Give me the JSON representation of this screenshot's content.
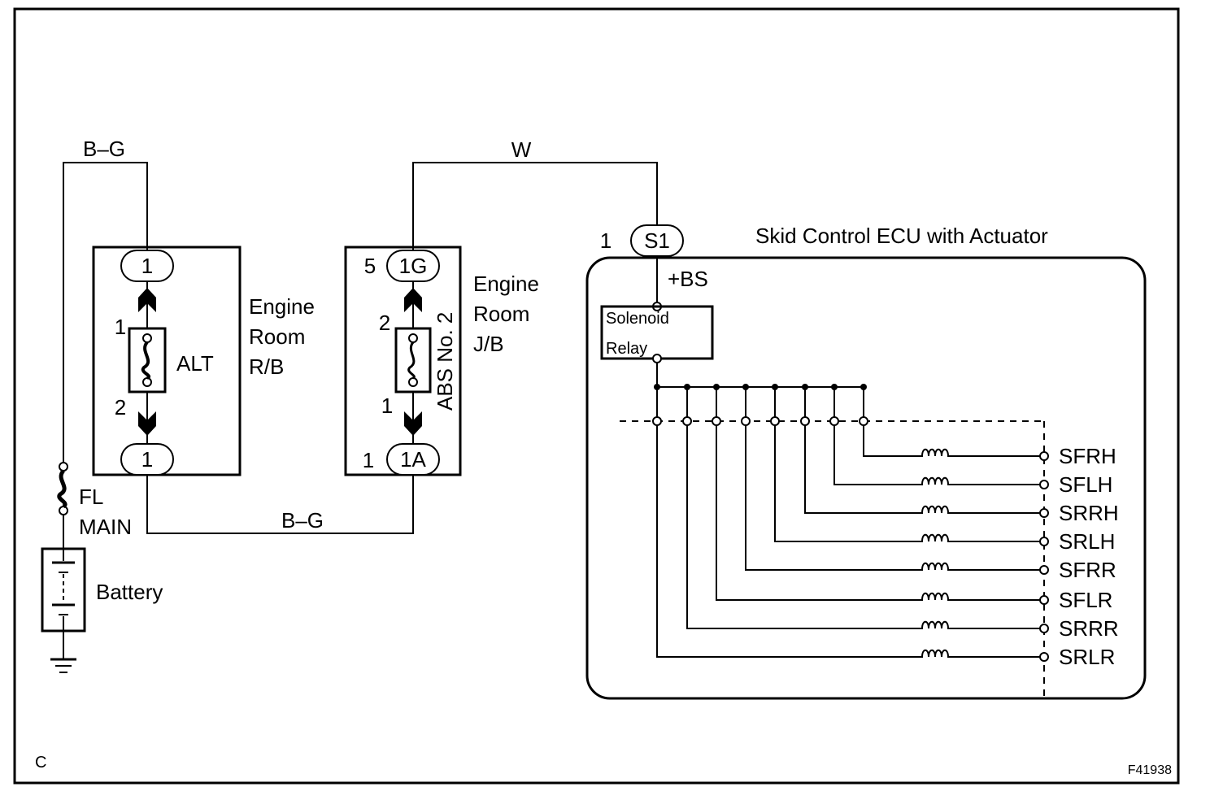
{
  "wires": {
    "top_left": "B–G",
    "top_mid": "W",
    "bottom": "B–G"
  },
  "alt_block": {
    "connector_top": "1",
    "connector_bottom": "1",
    "pin_top": "1",
    "pin_bottom": "2",
    "fuse_label": "ALT",
    "name_lines": [
      "Engine",
      "Room",
      "R/B"
    ]
  },
  "abs_block": {
    "connector_top": "1G",
    "connector_top_pin": "5",
    "connector_bottom": "1A",
    "connector_bottom_pin": "1",
    "pin_top": "2",
    "pin_bottom": "1",
    "fuse_label": "ABS No. 2",
    "name_lines": [
      "Engine",
      "Room",
      "J/B"
    ]
  },
  "battery_side": {
    "fuse_label_lines": [
      "FL",
      "MAIN"
    ],
    "battery_label": "Battery"
  },
  "ecu": {
    "title": "Skid Control ECU with Actuator",
    "connector": "S1",
    "connector_pin": "1",
    "terminal": "+BS",
    "relay_lines": [
      "Solenoid",
      "Relay"
    ],
    "solenoids": [
      "SFRH",
      "SFLH",
      "SRRH",
      "SRLH",
      "SFRR",
      "SFLR",
      "SRRR",
      "SRLR"
    ]
  },
  "corner_code": "C",
  "figure_code": "F41938"
}
